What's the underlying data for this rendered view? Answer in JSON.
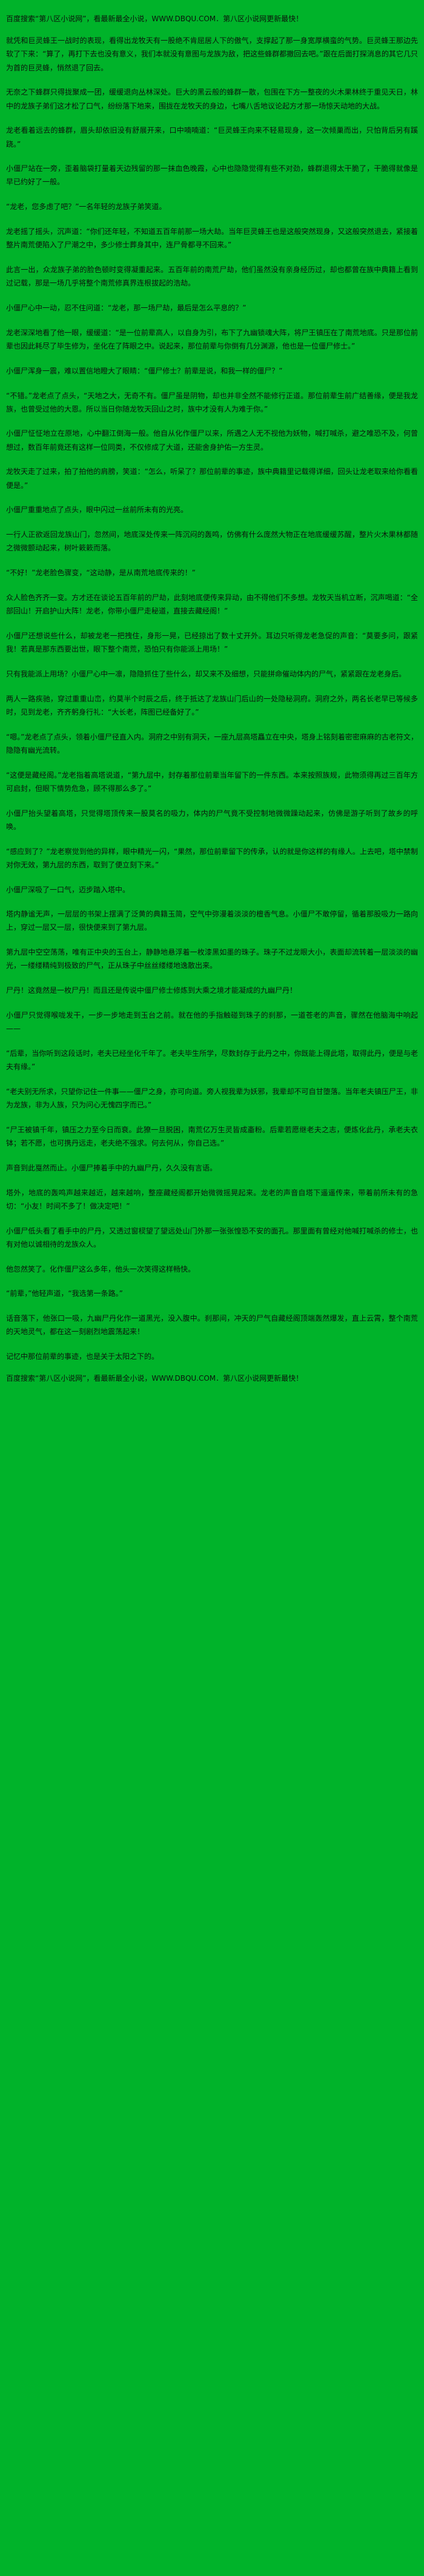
{
  "banner": {
    "top": "百度搜索“第八区小说网”，看最新最全小说，WWW.DBQU.COM．第八区小说网更新最快！",
    "bottom": "百度搜索“第八区小说网”，看最新最全小说，WWW.DBQU.COM．第八区小说网更新最快！"
  },
  "colors": {
    "background_green": "#00b32a",
    "text": "#0b140b"
  },
  "paragraphs": [
    "就凭和巨灵蜂王一战时的表现，看得出龙牧天有一股绝不肯屈居人下的傲气，支撑起了那一身宽厚横蛮的气势。巨灵蜂王那边先软了下来：“算了，再打下去也没有意义，我们本就没有意图与龙族为敌，把这些蜂群都撤回去吧。”跟在后面打探消息的其它几只为首的巨灵蜂，悄然退了回去。",
    "无奈之下蜂群只得拢聚成一团，缓缓退向丛林深处。巨大的黑云般的蜂群一散，包围在下方一整夜的火木果林终于重见天日，林中的龙族子弟们这才松了口气，纷纷落下地来，围拢在龙牧天的身边，七嘴八舌地议论起方才那一场惊天动地的大战。",
    "龙老看着远去的蜂群，眉头却依旧没有舒展开来，口中喃喃道：“巨灵蜂王向来不轻易现身，这一次倾巢而出，只怕背后另有蹊跷。”",
    "小僵尸站在一旁，歪着脑袋打量着天边残留的那一抹血色晚霞，心中也隐隐觉得有些不对劲，蜂群退得太干脆了，干脆得就像是早已约好了一般。",
    "“龙老，您多虑了吧？”一名年轻的龙族子弟笑道。",
    "龙老摇了摇头，沉声道：“你们还年轻，不知道五百年前那一场大劫。当年巨灵蜂王也是这般突然现身，又这般突然退去，紧接着整片南荒便陷入了尸潮之中，多少修士葬身其中，连尸骨都寻不回来。”",
    "此言一出，众龙族子弟的脸色顿时变得凝重起来。五百年前的南荒尸劫，他们虽然没有亲身经历过，却也都曾在族中典籍上看到过记载，那是一场几乎将整个南荒修真界连根拔起的浩劫。",
    "小僵尸心中一动，忍不住问道：“龙老，那一场尸劫，最后是怎么平息的？”",
    "龙老深深地看了他一眼，缓缓道：“是一位前辈高人，以自身为引，布下了九幽锁魂大阵，将尸王镇压在了南荒地底。只是那位前辈也因此耗尽了毕生修为，坐化在了阵眼之中。说起来，那位前辈与你倒有几分渊源，他也是一位僵尸修士。”",
    "小僵尸浑身一震，难以置信地瞪大了眼睛：“僵尸修士？前辈是说，和我一样的僵尸？”",
    "“不错。”龙老点了点头，“天地之大，无奇不有。僵尸虽是阴物，却也并非全然不能修行正道。那位前辈生前广结善缘，便是我龙族，也曾受过他的大恩。所以当日你随龙牧天回山之时，族中才没有人为难于你。”",
    "小僵尸怔怔地立在原地，心中翻江倒海一般。他自从化作僵尸以来，所遇之人无不视他为妖物，喊打喊杀，避之唯恐不及，何曾想过，数百年前竟还有这样一位同类，不仅修成了大道，还能舍身护佑一方生灵。",
    "龙牧天走了过来，拍了拍他的肩膀，笑道：“怎么，听呆了？那位前辈的事迹，族中典籍里记载得详细，回头让龙老取来给你看看便是。”",
    "小僵尸重重地点了点头，眼中闪过一丝前所未有的光亮。",
    "一行人正欲返回龙族山门，忽然间，地底深处传来一阵沉闷的轰鸣，仿佛有什么庞然大物正在地底缓缓苏醒，整片火木果林都随之微微颤动起来，树叶簌簌而落。",
    "“不好！”龙老脸色骤变，“这动静，是从南荒地底传来的！”",
    "众人脸色齐齐一变。方才还在谈论五百年前的尸劫，此刻地底便传来异动，由不得他们不多想。龙牧天当机立断，沉声喝道：“全部回山！开启护山大阵！龙老，你带小僵尸走秘道，直接去藏经阁！”",
    "小僵尸还想说些什么，却被龙老一把拽住，身形一晃，已经掠出了数十丈开外。耳边只听得龙老急促的声音：“莫要多问，跟紧我！若真是那东西要出世，眼下整个南荒，恐怕只有你能派上用场！”",
    "只有我能派上用场？小僵尸心中一凛，隐隐抓住了些什么，却又来不及细想，只能拼命催动体内的尸气，紧紧跟在龙老身后。",
    "两人一路疾驰，穿过重重山峦，约莫半个时辰之后，终于抵达了龙族山门后山的一处隐秘洞府。洞府之外，两名长老早已等候多时，见到龙老，齐齐躬身行礼：“大长老，阵图已经备好了。”",
    "“嗯。”龙老点了点头，领着小僵尸径直入内。洞府之中别有洞天，一座九层高塔矗立在中央，塔身上铭刻着密密麻麻的古老符文，隐隐有幽光流转。",
    "“这便是藏经阁。”龙老指着高塔说道，“第九层中，封存着那位前辈当年留下的一件东西。本来按照族规，此物须得再过三百年方可启封，但眼下情势危急，顾不得那么多了。”",
    "小僵尸抬头望着高塔，只觉得塔顶传来一股莫名的吸力，体内的尸气竟不受控制地微微躁动起来，仿佛是游子听到了故乡的呼唤。",
    "“感应到了？”龙老察觉到他的异样，眼中精光一闪，“果然，那位前辈留下的传承，认的就是你这样的有缘人。上去吧，塔中禁制对你无效，第九层的东西，取到了便立刻下来。”",
    "小僵尸深吸了一口气，迈步踏入塔中。",
    "塔内静谧无声，一层层的书架上摆满了泛黄的典籍玉简，空气中弥漫着淡淡的檀香气息。小僵尸不敢停留，循着那股吸力一路向上，穿过一层又一层，很快便来到了第九层。",
    "第九层中空空荡荡，唯有正中央的玉台上，静静地悬浮着一枚漆黑如墨的珠子。珠子不过龙眼大小，表面却流转着一层淡淡的幽光，一缕缕精纯到极致的尸气，正从珠子中丝丝缕缕地逸散出来。",
    "尸丹！这竟然是一枚尸丹！而且还是传说中僵尸修士修炼到大乘之境才能凝成的九幽尸丹！",
    "小僵尸只觉得喉咙发干，一步一步地走到玉台之前。就在他的手指触碰到珠子的刹那，一道苍老的声音，骤然在他脑海中响起——",
    "“后辈，当你听到这段话时，老夫已经坐化千年了。老夫毕生所学，尽数封存于此丹之中，你既能上得此塔，取得此丹，便是与老夫有缘。”",
    "“老夫别无所求，只望你记住一件事——僵尸之身，亦可向道。旁人视我辈为妖邪，我辈却不可自甘堕落。当年老夫镇压尸王，非为龙族，非为人族，只为问心无愧四字而已。”",
    "“尸王被镇千年，镇压之力至今日而衰。此獠一旦脱困，南荒亿万生灵皆成齑粉。后辈若愿继老夫之志，便炼化此丹，承老夫衣钵；若不愿，也可携丹远走，老夫绝不强求。何去何从，你自己选。”",
    "声音到此戛然而止。小僵尸捧着手中的九幽尸丹，久久没有言语。",
    "塔外，地底的轰鸣声越来越近，越来越响，整座藏经阁都开始微微摇晃起来。龙老的声音自塔下遥遥传来，带着前所未有的急切：“小友！时间不多了！做决定吧！”",
    "小僵尸低头看了看手中的尸丹，又透过窗棂望了望远处山门外那一张张惶恐不安的面孔。那里面有曾经对他喊打喊杀的修士，也有对他以诚相待的龙族众人。",
    "他忽然笑了。化作僵尸这么多年，他头一次笑得这样畅快。",
    "“前辈，”他轻声道，“我选第一条路。”",
    "话音落下，他张口一吸，九幽尸丹化作一道黑光，没入腹中。刹那间，冲天的尸气自藏经阁顶端轰然爆发，直上云霄，整个南荒的天地灵气，都在这一刻剧烈地震荡起来！",
    "记忆中那位前辈的事迹，也是关于太阳之下的。"
  ]
}
